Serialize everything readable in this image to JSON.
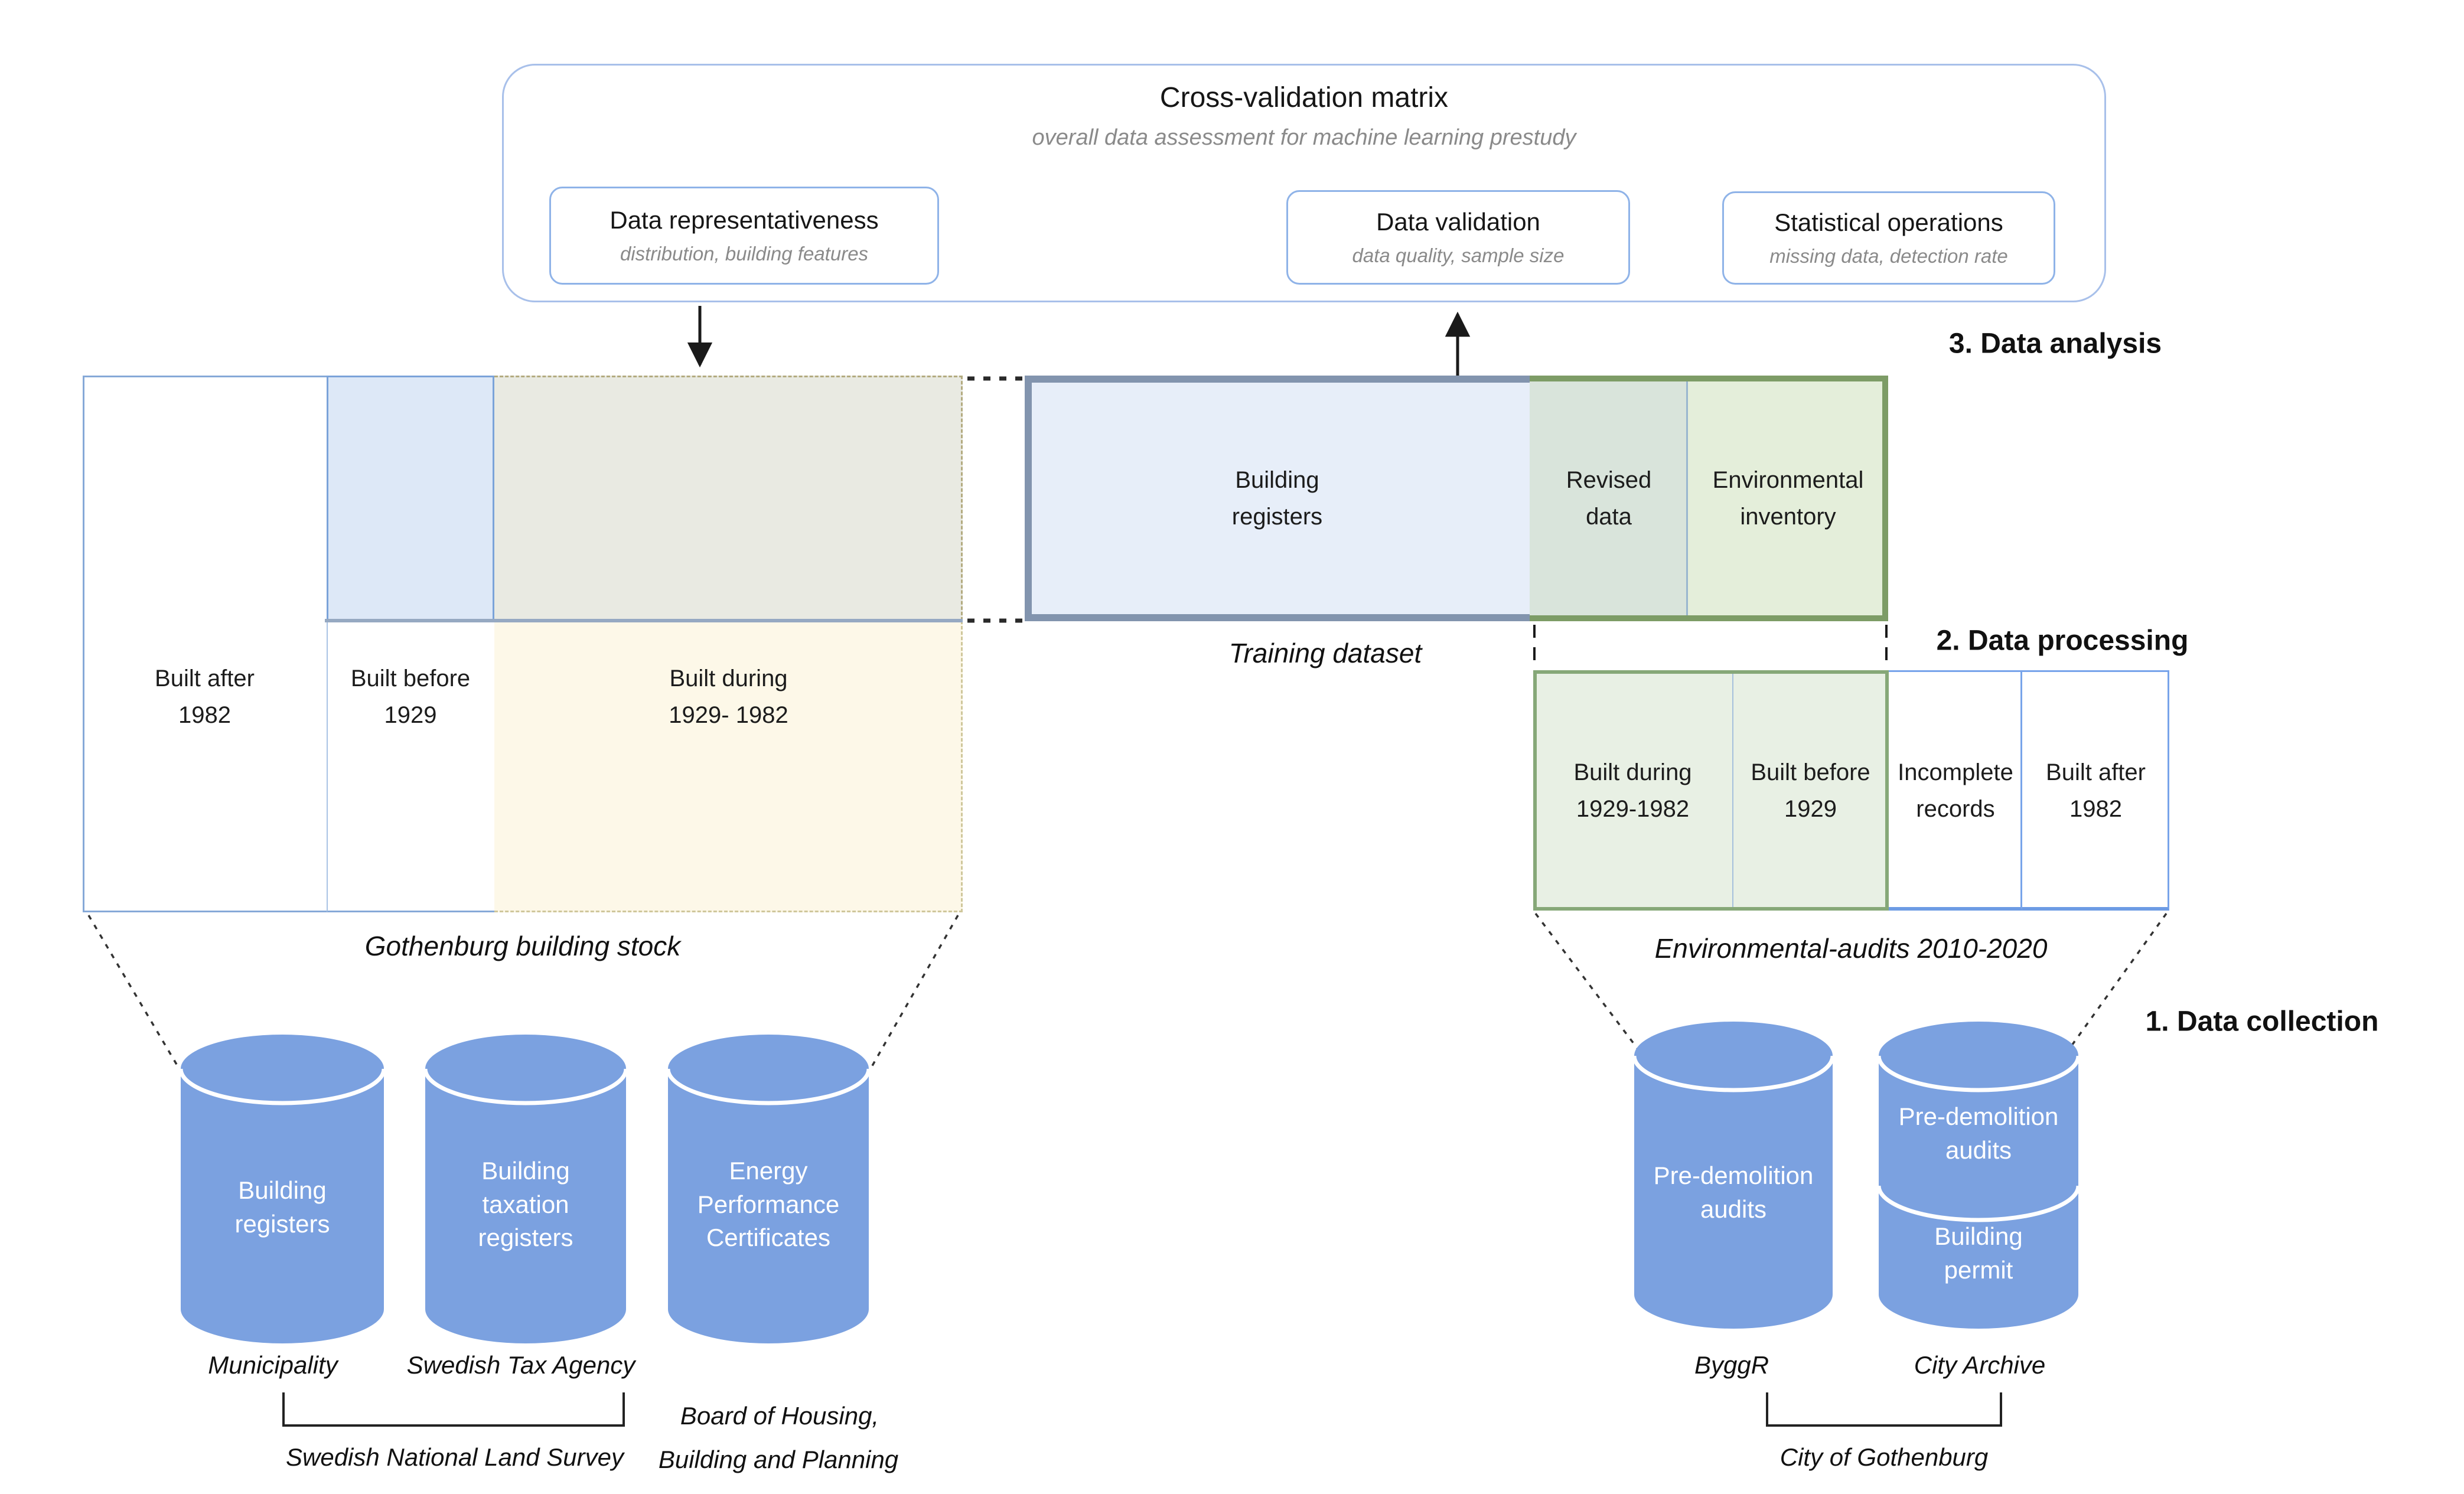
{
  "cross_validation": {
    "title": "Cross-validation matrix",
    "subtitle": "overall data assessment for machine learning prestudy",
    "boxes": [
      {
        "title": "Data representativeness",
        "subtitle": "distribution, building features"
      },
      {
        "title": "Data validation",
        "subtitle": "data quality, sample size"
      },
      {
        "title": "Statistical operations",
        "subtitle": "missing data, detection rate"
      }
    ]
  },
  "stages": [
    {
      "label": "3. Data analysis"
    },
    {
      "label": "2. Data processing"
    },
    {
      "label": "1. Data collection"
    }
  ],
  "building_stock": {
    "caption": "Gothenburg building stock",
    "cells": [
      "Built after\n1982",
      "Built before\n1929",
      "Built during\n1929- 1982"
    ]
  },
  "training_dataset": {
    "caption": "Training dataset",
    "sections": [
      "Building\nregisters",
      "Revised\ndata",
      "Environmental\ninventory"
    ]
  },
  "environmental_audits": {
    "caption": "Environmental-audits 2010-2020",
    "cells": [
      "Built during\n1929-1982",
      "Built before\n1929",
      "Incomplete\nrecords",
      "Built after\n1982"
    ]
  },
  "databases": [
    {
      "label": "Building\nregisters"
    },
    {
      "label": "Building\ntaxation\nregisters"
    },
    {
      "label": "Energy\nPerformance\nCertificates"
    },
    {
      "label": "Pre-demolition\naudits"
    },
    {
      "label": "Pre-demolition\naudits",
      "label2": "Building\npermit"
    }
  ],
  "sources": {
    "municipality": "Municipality",
    "tax_agency": "Swedish Tax Agency",
    "land_survey": "Swedish National Land Survey",
    "housing_line1": "Board of Housing,",
    "housing_line2": "Building and Planning",
    "byggr": "ByggR",
    "city_archive": "City Archive",
    "gothenburg": "City of Gothenburg"
  },
  "colors": {
    "cylinder_blue": "#7ba1e0",
    "light_blue_fill": "#dde8f7",
    "training_blue_fill": "#e7eef9",
    "gray_green_fill": "#e9eae2",
    "cream_fill": "#fdf8e8",
    "green_fill": "#e4eeda",
    "green_border": "#7d9c66",
    "blue_border": "#86a9d8",
    "panel_border": "#a8c0ea"
  }
}
